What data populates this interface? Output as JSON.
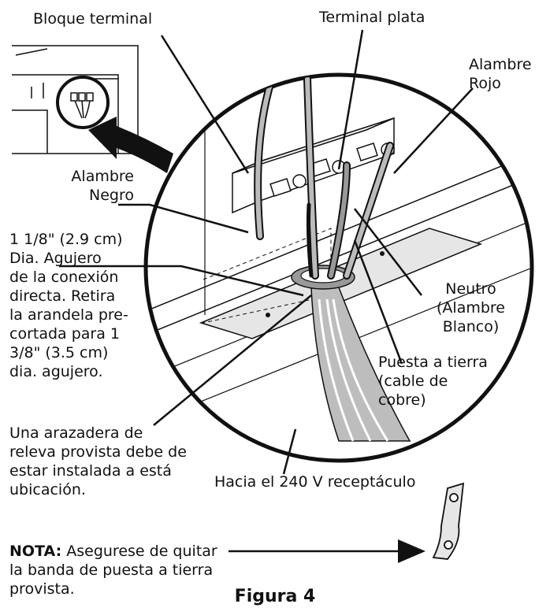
{
  "labels": {
    "bloque_terminal": "Bloque terminal",
    "terminal_plata": "Terminal plata",
    "alambre_rojo": [
      "Alambre",
      "Rojo"
    ],
    "alambre_negro": [
      "Alambre",
      "Negro"
    ],
    "agujero": [
      "1 1/8\" (2.9 cm)",
      "Dia. Agujero",
      "de la conexión",
      "directa. Retira",
      "la arandela pre-",
      "cortada para 1",
      "3/8\" (3.5 cm)",
      "dia. agujero."
    ],
    "neutro": [
      "Neutro",
      "(Alambre",
      "Blanco)"
    ],
    "puesta_tierra": [
      "Puesta a tierra",
      "(cable de",
      "cobre)"
    ],
    "arazadera": [
      "Una arazadera de",
      "releva provista debe de",
      "estar instalada a está",
      "ubicación."
    ],
    "receptaculo": "Hacia el 240 V receptáculo",
    "nota_bold": "NOTA:",
    "nota_lines": [
      " Asegurese de quitar",
      "la banda de puesta a tierra",
      "provista."
    ]
  },
  "caption": "Figura 4"
}
